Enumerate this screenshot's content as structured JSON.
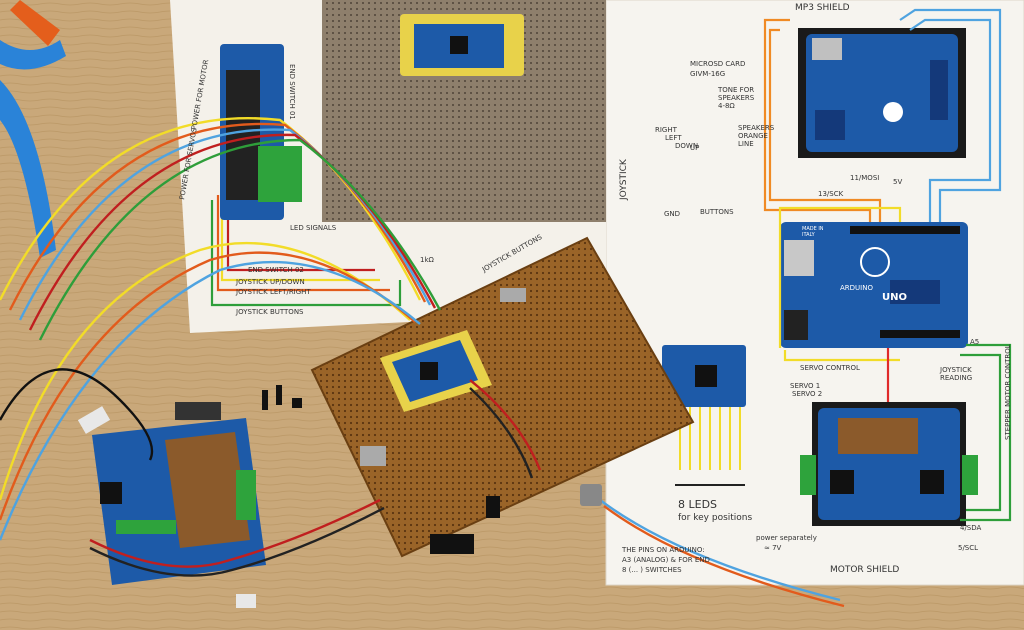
{
  "photo": {
    "schematic_right": {
      "mp3_shield": "MP3 SHIELD",
      "microsd_note": [
        "MICROSD CARD",
        "GIVM-16G"
      ],
      "tone_note": [
        "TONE FOR",
        "SPEAKERS",
        "4-8Ω"
      ],
      "speakers_note": [
        "SPEAKERS",
        "ORANGE",
        "LINE"
      ],
      "joystick": "JOYSTICK",
      "joystick_dirs": [
        "RIGHT",
        "LEFT",
        "DOWN",
        "UP"
      ],
      "buttons": "BUTTONS",
      "gnd": "GND",
      "five_v": "5V",
      "uno": "UNO",
      "arduino": "ARDUINO",
      "made_in_italy": [
        "MADE IN",
        "ITALY"
      ],
      "servo_control": "SERVO CONTROL",
      "servo_labels": [
        "SERVO 1",
        "SERVO 2"
      ],
      "stepper_motor_control": "STEPPER MOTOR CONTROL",
      "motor_shield": "MOTOR SHIELD",
      "leds_note": [
        "8 LEDS",
        "for key positions"
      ],
      "power_note": [
        "power separately",
        "≈ 7V"
      ],
      "pins_note": [
        "THE PINS ON ARDUINO:",
        "A3 (ANALOG) & FOR END",
        "8 (... ) SWITCHES"
      ],
      "pin_labels": [
        "A5",
        "4/SDA",
        "5/SCL",
        "13/SCK",
        "11/MOSI"
      ],
      "joystick_reading": [
        "JOYSTICK",
        "READING"
      ]
    },
    "schematic_left": {
      "labels": [
        "POWER FOR MOTOR",
        "POWER FOR SERVOS",
        "END SWITCH 01",
        "END SWITCH 02",
        "LED SIGNALS",
        "JOYSTICK UP/DOWN",
        "JOYSTICK LEFT/RIGHT",
        "JOYSTICK BUTTONS",
        "1kΩ",
        "JOYSTICK BUTTONS"
      ]
    },
    "colors": {
      "desk": "#c9a87a",
      "paper": "#f6f4ef",
      "protoboard": "#a06a2c",
      "arduino_blue": "#1d5aa8",
      "pliers_blue": "#2a83d8"
    }
  }
}
